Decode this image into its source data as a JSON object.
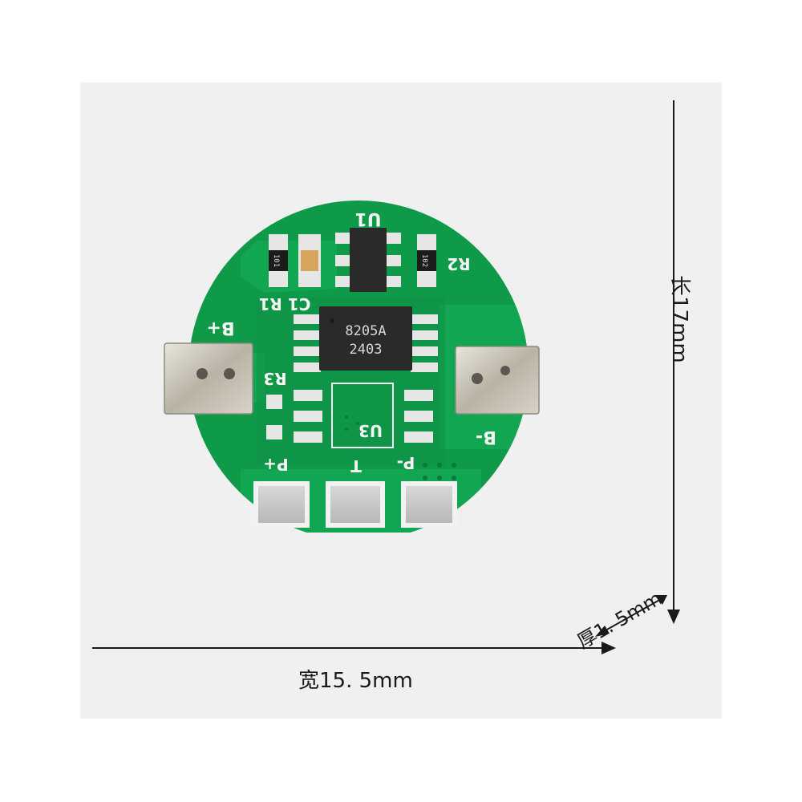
{
  "dimensions": {
    "width": "宽15. 5mm",
    "length": "长17mm",
    "thickness": "厚1. 5mm"
  },
  "board": {
    "silkscreen": {
      "u1": "U1",
      "u3": "U3",
      "r1": "C1 R1",
      "r2": "R2",
      "r3": "R3",
      "b_plus": "B+",
      "b_minus": "B-",
      "p_plus": "P+",
      "p_minus": "P-",
      "t": "T"
    },
    "chip_u3": {
      "line1": "8205A",
      "line2": "2403"
    },
    "resistor_r1_code": "101",
    "resistor_r2_code": "102"
  },
  "colors": {
    "pcb": "#0f9a4a",
    "pcb_trace": "#14b058",
    "pad": "#e9e9e9",
    "chip": "#2a2a2a",
    "tab": "#c9c4b8",
    "silk": "#f4f4f4"
  }
}
